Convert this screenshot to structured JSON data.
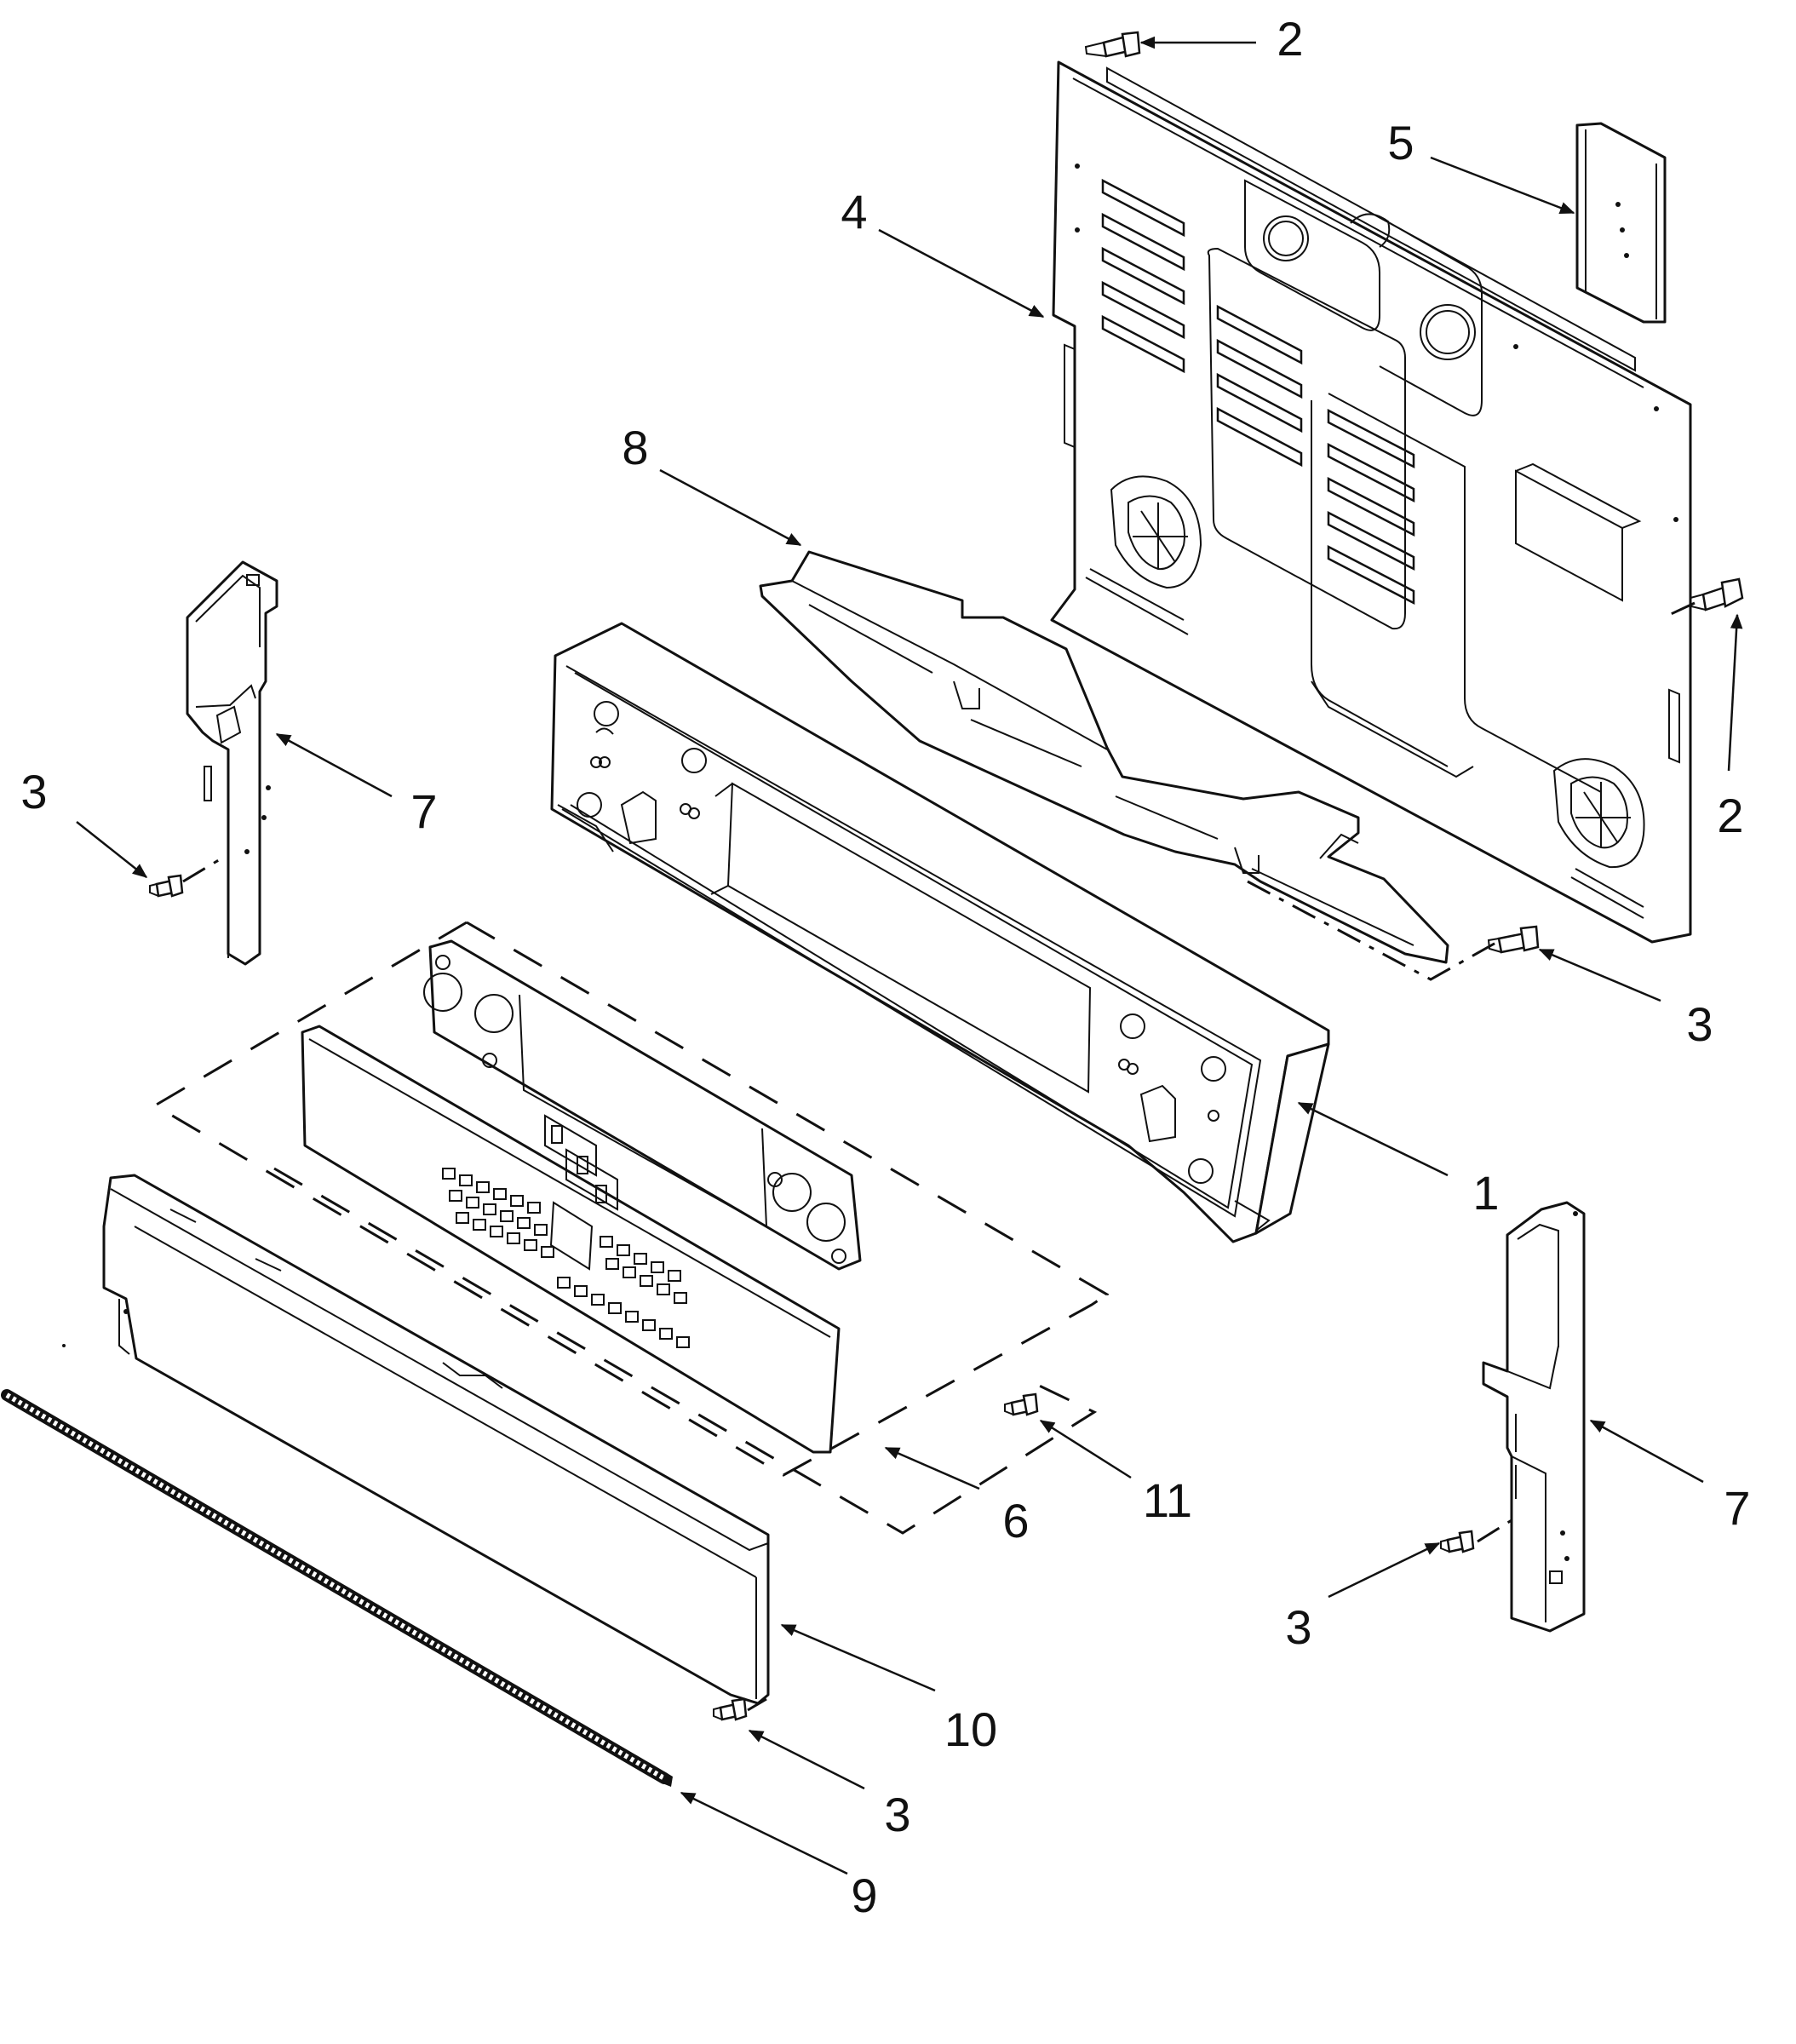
{
  "callouts": {
    "c1": "1",
    "c2a": "2",
    "c2b": "2",
    "c3a": "3",
    "c3b": "3",
    "c3c": "3",
    "c3d": "3",
    "c4": "4",
    "c5": "5",
    "c6": "6",
    "c7a": "7",
    "c7b": "7",
    "c8": "8",
    "c9": "9",
    "c10": "10",
    "c11": "11"
  },
  "colors": {
    "ink": "#111111",
    "paper": "#ffffff"
  }
}
